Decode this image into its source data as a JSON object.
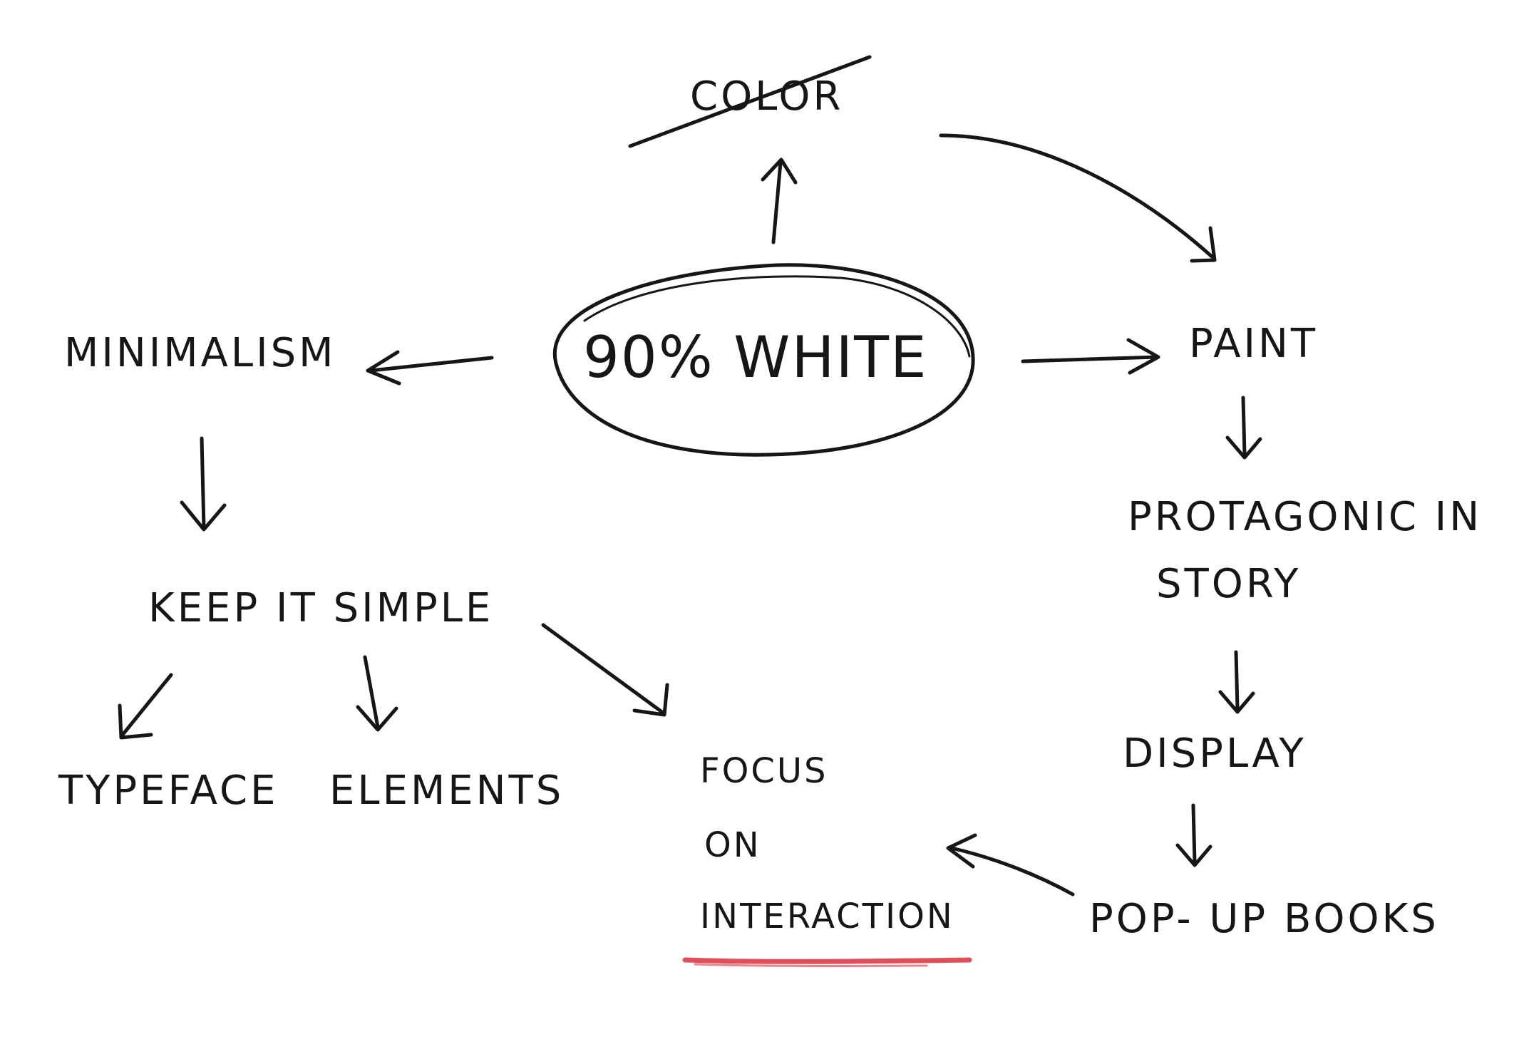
{
  "diagram": {
    "center": {
      "label": "90% WHITE"
    },
    "nodes": {
      "color": "COLOR",
      "minimalism": "MINIMALISM",
      "paint": "PAINT",
      "protagonic_line1": "PROTAGONIC IN",
      "protagonic_line2": "STORY",
      "keep_it_simple": "KEEP IT SIMPLE",
      "typeface": "TYPEFACE",
      "elements": "ELEMENTS",
      "display": "DISPLAY",
      "focus_line1": "FOCUS",
      "focus_line2": "ON",
      "focus_line3": "INTERACTION",
      "pop_up_books": "POP- UP BOOKS"
    },
    "edges": [
      {
        "from": "90% WHITE",
        "to": "COLOR"
      },
      {
        "from": "90% WHITE",
        "to": "MINIMALISM"
      },
      {
        "from": "90% WHITE",
        "to": "PAINT"
      },
      {
        "from": "COLOR",
        "to": "PAINT"
      },
      {
        "from": "MINIMALISM",
        "to": "KEEP IT SIMPLE"
      },
      {
        "from": "KEEP IT SIMPLE",
        "to": "TYPEFACE"
      },
      {
        "from": "KEEP IT SIMPLE",
        "to": "ELEMENTS"
      },
      {
        "from": "KEEP IT SIMPLE",
        "to": "FOCUS ON INTERACTION"
      },
      {
        "from": "PAINT",
        "to": "PROTAGONIC IN STORY"
      },
      {
        "from": "PROTAGONIC IN STORY",
        "to": "DISPLAY"
      },
      {
        "from": "DISPLAY",
        "to": "POP- UP BOOKS"
      },
      {
        "from": "POP- UP BOOKS",
        "to": "FOCUS ON INTERACTION"
      }
    ],
    "struck_out": [
      "COLOR"
    ],
    "highlighted": [
      "INTERACTION"
    ],
    "colors": {
      "ink": "#161616",
      "highlight": "#e0505a",
      "background": "#ffffff"
    }
  }
}
